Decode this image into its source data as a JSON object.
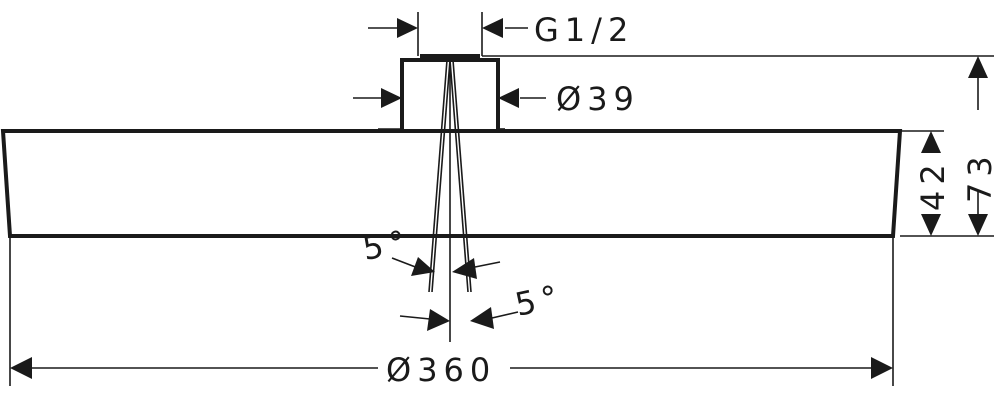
{
  "dimensions": {
    "thread": "G1/2",
    "connector_diameter": "Ø39",
    "total_height": "73",
    "body_height": "42",
    "tilt_left": "5°",
    "tilt_right": "5°",
    "overall_diameter": "Ø360"
  },
  "colors": {
    "line": "#1a1a1a",
    "background": "#ffffff"
  }
}
